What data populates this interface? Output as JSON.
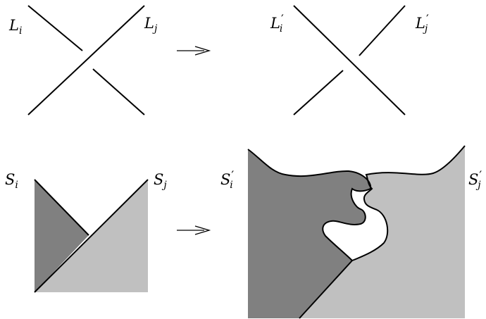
{
  "labels": {
    "top_left": {
      "base": "L",
      "sub": "i",
      "prime": ""
    },
    "top_right": {
      "base": "L",
      "sub": "j",
      "prime": ""
    },
    "top_left_after": {
      "base": "L",
      "sub": "i",
      "prime": "′"
    },
    "top_right_after": {
      "base": "L",
      "sub": "j",
      "prime": "′"
    },
    "bottom_left": {
      "base": "S",
      "sub": "i",
      "prime": ""
    },
    "bottom_right": {
      "base": "S",
      "sub": "j",
      "prime": ""
    },
    "bottom_left_after": {
      "base": "S",
      "sub": "i",
      "prime": "′"
    },
    "bottom_right_after": {
      "base": "S",
      "sub": "j",
      "prime": "′"
    }
  },
  "colors": {
    "dark_region": "#808080",
    "light_region": "#c0c0c0",
    "background": "#ffffff",
    "stroke": "#000000"
  }
}
